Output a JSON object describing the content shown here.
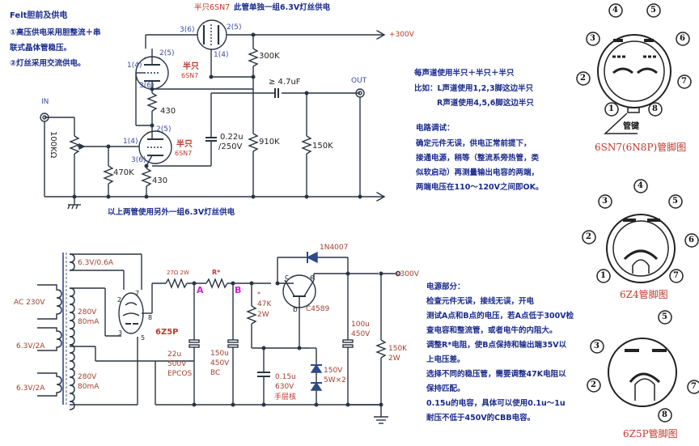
{
  "intro_notes": {
    "title": "Felt胆前及供电",
    "line1": "①高压供电采用胆整流＋串",
    "line2": "联式晶体管稳压。",
    "line3": "②灯丝采用交流供电。"
  },
  "preamp": {
    "top_tube_label": "半只6SN7",
    "top_tube_note": "此管单独一组6.3V灯丝供电",
    "upper_tube_label": "半只",
    "upper_tube_type": "6SN7",
    "lower_tube_label": "半只",
    "lower_tube_type": "6SN7",
    "pins": {
      "grid": "1(4)",
      "plate": "2(5)",
      "cathode": "3(6)"
    },
    "supply": "+300V",
    "in_label": "IN",
    "out_label": "OUT",
    "pot": "100KΩ",
    "r_grid": "470K",
    "r_cathode_upper": "430",
    "r_cathode_lower": "430",
    "r_plate": "300K",
    "c_bypass": [
      "0.22u",
      "/250V"
    ],
    "r_bias": "910K",
    "c_coupling": "≥ 4.7uF",
    "r_out": "150K",
    "bottom_note": "以上两管使用另外一组6.3V灯丝供电"
  },
  "channel_notes": {
    "line1": "每声道使用半只＋半只＋半只",
    "line2": "比如：L声道使用1,2,3脚这边半只",
    "line3": "R声道使用4,5,6脚这边半只"
  },
  "debug_notes": {
    "title": "电路调试：",
    "lines": [
      "确定元件无误，供电正常前提下，",
      "接通电源，稍等（整流系旁热管，类",
      "似软启动）再测量输出电容的两端，",
      "两端电压在110～120V之间即OK。"
    ]
  },
  "power_supply": {
    "transformer": {
      "primary": "AC 230V",
      "fil1": "6.3V/0.6A",
      "hv1": [
        "280V",
        "80mA"
      ],
      "hv2": [
        "280V",
        "80mA"
      ],
      "fil2": "6.3V/2A",
      "fil3": "6.3V/2A"
    },
    "rectifier": "6Z5P",
    "rect_pins": {
      "p2": "2",
      "p7": "7",
      "p8": "8",
      "p3": "3",
      "p5": "5"
    },
    "r1": "27Ω 2W",
    "r2": "R*",
    "node_a": "A",
    "node_b": "B",
    "c1": [
      "22u",
      "500V",
      "EPCOS"
    ],
    "c2": [
      "150u",
      "450V",
      "BC"
    ],
    "r3": [
      "47K",
      "2W"
    ],
    "r3_mark": "*",
    "c3": [
      "0.15u",
      "630V",
      "手层核"
    ],
    "zener": [
      "150V",
      "5W×2"
    ],
    "transistor": "C4589",
    "t_pins": {
      "c": "c",
      "e": "e",
      "b": "b"
    },
    "diode": "1N4007",
    "c4": [
      "100u",
      "450V"
    ],
    "r4": [
      "150K",
      "2W"
    ],
    "output": "+300V"
  },
  "power_notes": {
    "title": "电源部分：",
    "lines": [
      "检查元件无误，接线无误，开电",
      "测试A点和B点的电压，若A点低于300V检",
      "查电容和整流管，或者电牛的内阻大。",
      "调整R*电阻，使B点保持和输出端35V以",
      "上电压差。",
      "选择不同的稳压管，需要调整47K电阻以",
      "保持匹配。",
      "0.15u的电容，具体可以使用0.1u～1u",
      "耐压不低于450V的CBB电容。"
    ]
  },
  "pinouts": [
    {
      "caption": "6SN7(6N8P)管脚图",
      "key": "管键",
      "pins": [
        "1",
        "2",
        "3",
        "4",
        "5",
        "6",
        "7",
        "8"
      ]
    },
    {
      "caption": "6Z4管脚图",
      "pins": [
        "1",
        "2",
        "3",
        "4",
        "5",
        "6",
        "7"
      ]
    },
    {
      "caption": "6Z5P管脚图",
      "pins": [
        "2",
        "3",
        "5",
        "7",
        "8"
      ]
    }
  ],
  "colors": {
    "wire": "#2a3442",
    "note": "#1a2a8c",
    "label_red": "#c0392b",
    "label_blue": "#3a4aa0",
    "node_magenta": "#d020d0",
    "component_blue": "#2c4a8c"
  }
}
